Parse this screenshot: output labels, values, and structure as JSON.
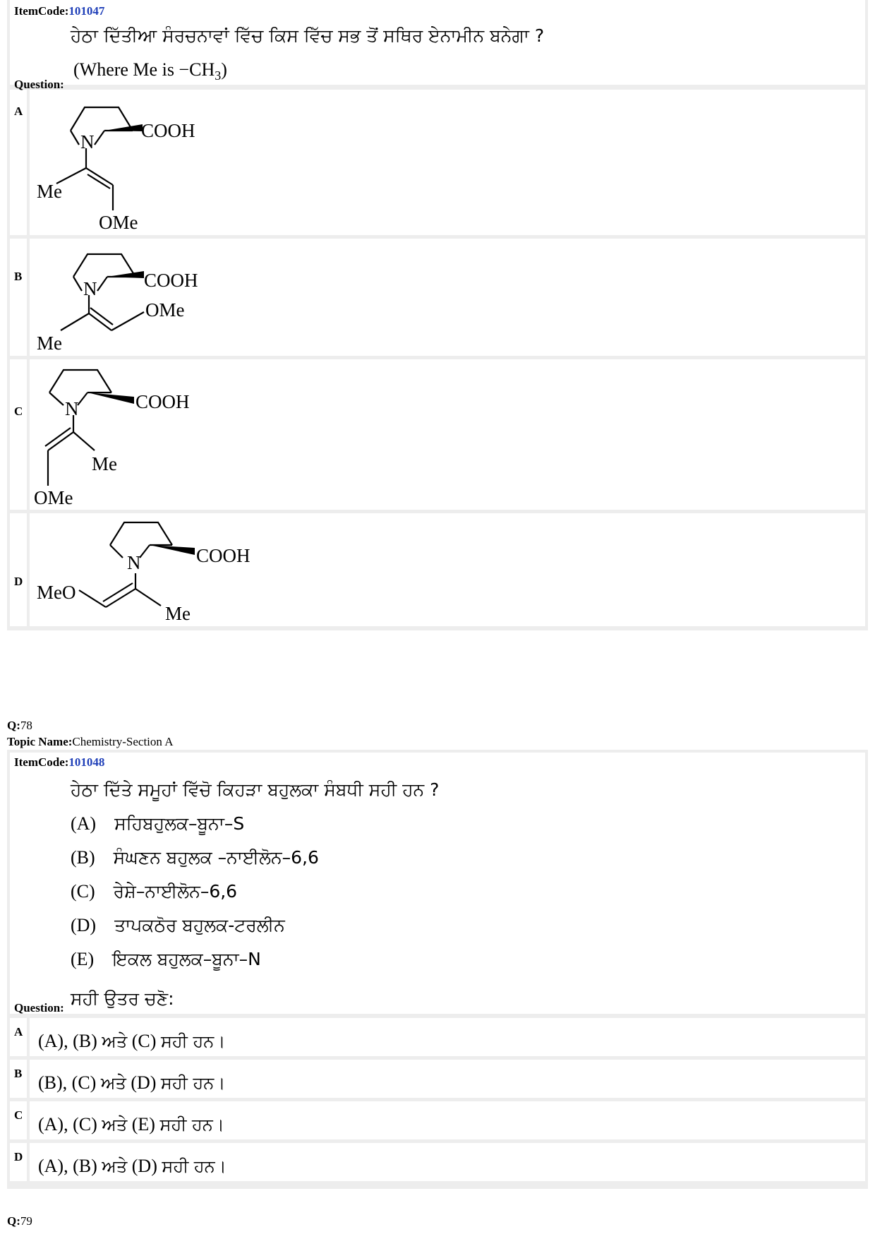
{
  "q77": {
    "item_code_label": "ItemCode:",
    "item_code": "101047",
    "question_pa": "ਹੇਠਾ ਦਿੱਤੀਆ ਸੰਰਚਨਾਵਾਂ  ਵਿੱਚ ਕਿਸ ਵਿੱਚ ਸਭ ਤੋਂ ਸਥਿਰ ਏਨਾਮੀਨ ਬਨੇਗਾ ?",
    "question_en": "(Where Me is  −CH",
    "question_en_sub": "3",
    "question_en_close": ")",
    "question_label": "Question:",
    "options": [
      {
        "letter": "A",
        "cooh": "COOH",
        "n": "N",
        "me": "Me",
        "ome": "OMe"
      },
      {
        "letter": "B",
        "cooh": "COOH",
        "n": "N",
        "me": "Me",
        "ome": "OMe"
      },
      {
        "letter": "C",
        "cooh": "COOH",
        "n": "N",
        "me": "Me",
        "ome": "OMe"
      },
      {
        "letter": "D",
        "cooh": "COOH",
        "n": "N",
        "me": "Me",
        "ome": "MeO"
      }
    ]
  },
  "q78": {
    "q_label": "Q:",
    "q_number": "78",
    "topic_label": "Topic Name:",
    "topic": "Chemistry-Section A",
    "item_code_label": "ItemCode:",
    "item_code": "101048",
    "question_pa": "ਹੇਠਾ ਦਿੱਤੇ ਸਮੂਹਾਂ ਵਿੱਚੋ ਕਿਹੜਾ ਬਹੁਲਕਾ ਸੰਬਧੀ ਸਹੀ ਹਨ ?",
    "statements": [
      {
        "tag": "(A)",
        "text": "ਸਹਿਬਹੁਲਕ–ਬੂਨਾ–S"
      },
      {
        "tag": "(B)",
        "text": "ਸੰਘਣਨ ਬਹੁਲਕ –ਨਾਈਲੋਨ–6,6"
      },
      {
        "tag": "(C)",
        "text": "ਰੇਸ਼ੇ–ਨਾਈਲੋਨ–6,6"
      },
      {
        "tag": "(D)",
        "text": "ਤਾਪਕਠੋਰ ਬਹੁਲਕ-ਟਰਲੀਨ"
      },
      {
        "tag": "(E)",
        "text": "ਇਕਲ ਬਹੁਲਕ–ਬੂਨਾ–N"
      }
    ],
    "choose_pa": "ਸਹੀ ਉਤਰ ਚਣੋ:",
    "question_label": "Question:",
    "options": [
      {
        "letter": "A",
        "lead": "(A), (B) ",
        "and": "ਅਤੇ",
        "mid": " (C) ",
        "tail": "ਸਹੀ ਹਨ।"
      },
      {
        "letter": "B",
        "lead": "(B), (C) ",
        "and": "ਅਤੇ",
        "mid": " (D) ",
        "tail": "ਸਹੀ ਹਨ।"
      },
      {
        "letter": "C",
        "lead": "(A), (C) ",
        "and": "ਅਤੇ",
        "mid": " (E) ",
        "tail": "ਸਹੀ ਹਨ।"
      },
      {
        "letter": "D",
        "lead": "(A), (B) ",
        "and": "ਅਤੇ",
        "mid": " (D) ",
        "tail": "ਸਹੀ ਹਨ।"
      }
    ]
  },
  "q79": {
    "q_label": "Q:",
    "q_number": "79"
  }
}
